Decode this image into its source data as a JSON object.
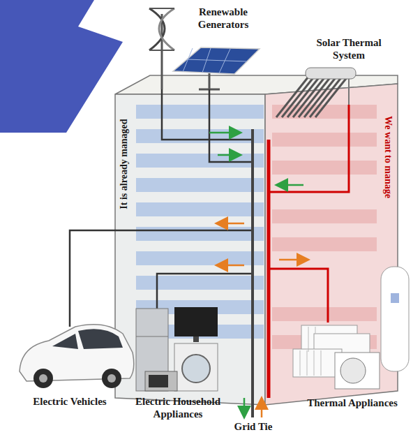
{
  "diagram": {
    "labels": [
      "Renewable Generators",
      "Solar Thermal System",
      "It is already managed",
      "We want to manage",
      "Electric Vehicles",
      "Electric Household Appliances",
      "Thermal Appliances",
      "Grid Tie"
    ]
  }
}
